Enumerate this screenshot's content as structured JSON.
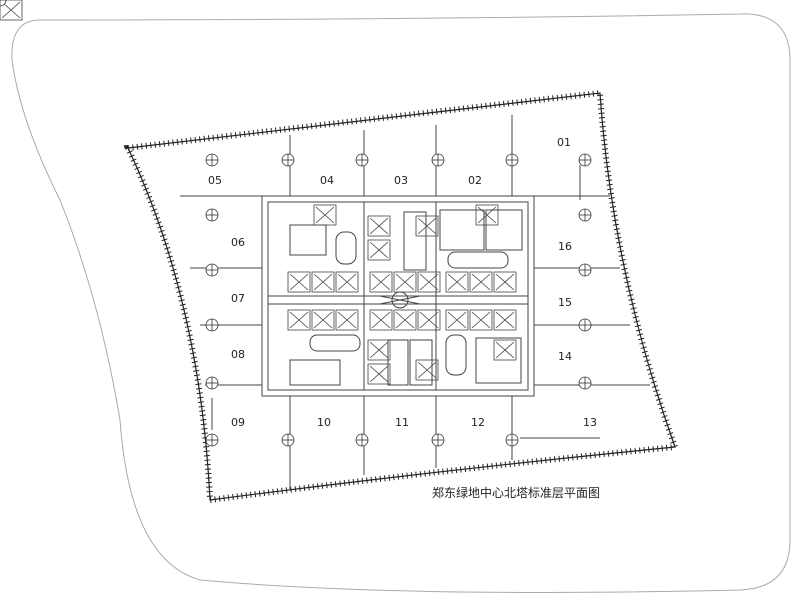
{
  "title": "郑东绿地中心北塔标准层平面图",
  "units": [
    "01",
    "02",
    "03",
    "04",
    "05",
    "06",
    "07",
    "08",
    "09",
    "10",
    "11",
    "12",
    "13",
    "14",
    "15",
    "16"
  ],
  "colors": {
    "line": "#333333",
    "background": "#ffffff"
  }
}
